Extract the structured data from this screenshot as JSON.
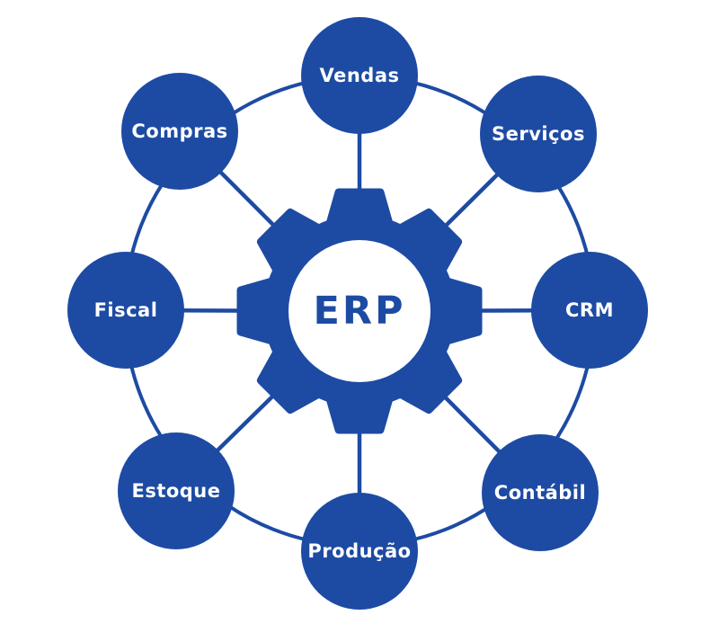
{
  "diagram": {
    "type": "hub-and-spoke",
    "center_label": "ERP",
    "accent_color": "#1d4ba3",
    "label_color": "#ffffff",
    "background_color": "#ffffff",
    "center_icon": "gear-icon",
    "nodes": [
      {
        "id": "vendas",
        "label": "Vendas",
        "position": "top"
      },
      {
        "id": "servicos",
        "label": "Serviços",
        "position": "top-right"
      },
      {
        "id": "crm",
        "label": "CRM",
        "position": "right"
      },
      {
        "id": "contabil",
        "label": "Contábil",
        "position": "bottom-right"
      },
      {
        "id": "producao",
        "label": "Produção",
        "position": "bottom"
      },
      {
        "id": "estoque",
        "label": "Estoque",
        "position": "bottom-left"
      },
      {
        "id": "fiscal",
        "label": "Fiscal",
        "position": "left"
      },
      {
        "id": "compras",
        "label": "Compras",
        "position": "top-left"
      }
    ]
  }
}
